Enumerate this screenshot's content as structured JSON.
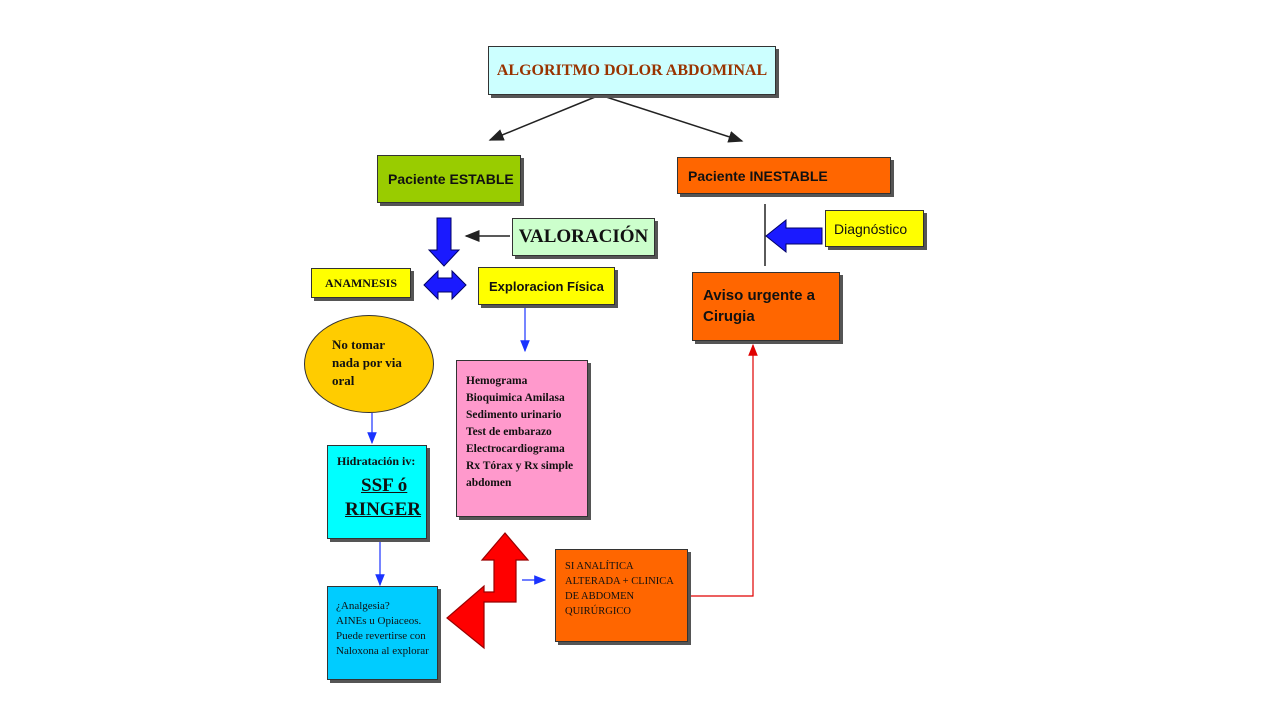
{
  "title": "ALGORITMO DOLOR ABDOMINAL",
  "stable": "Paciente ESTABLE",
  "unstable": "Paciente INESTABLE",
  "valoracion": "VALORACIÓN",
  "diagnostico": "Diagnóstico",
  "anamnesis": "ANAMNESIS",
  "exploracion": "Exploracion Física",
  "aviso": [
    "Aviso urgente a",
    "Cirugia"
  ],
  "no_tomar": [
    "No tomar",
    "nada por via",
    "oral"
  ],
  "tests": [
    "Hemograma",
    "Bioquimica Amilasa",
    "Sedimento urinario",
    "Test de embarazo",
    "Electrocardiograma",
    "Rx Tórax y Rx simple",
    "abdomen"
  ],
  "hidratacion": {
    "label": "Hidratación iv:",
    "line1": "SSF ó",
    "line2": "RINGER"
  },
  "analgesia": [
    "¿Analgesia?",
    "AINEs u Opiaceos.",
    "Puede revertirse con",
    "Naloxona al explorar"
  ],
  "si_analitica": [
    "SI ANALÍTICA",
    "ALTERADA + CLINICA",
    "DE ABDOMEN",
    "QUIRÚRGICO"
  ],
  "colors": {
    "title_bg": "#ccffff",
    "title_text": "#993300",
    "stable": "#99cc00",
    "orange": "#ff6600",
    "yellow": "#ffff00",
    "valoracion": "#ccffcc",
    "pink": "#ff99cc",
    "cyan": "#00ffff",
    "sky": "#00ccff",
    "ellipse": "#ffcc00",
    "blue_arrow": "#0000ff",
    "red_arrow": "#ff0000"
  }
}
